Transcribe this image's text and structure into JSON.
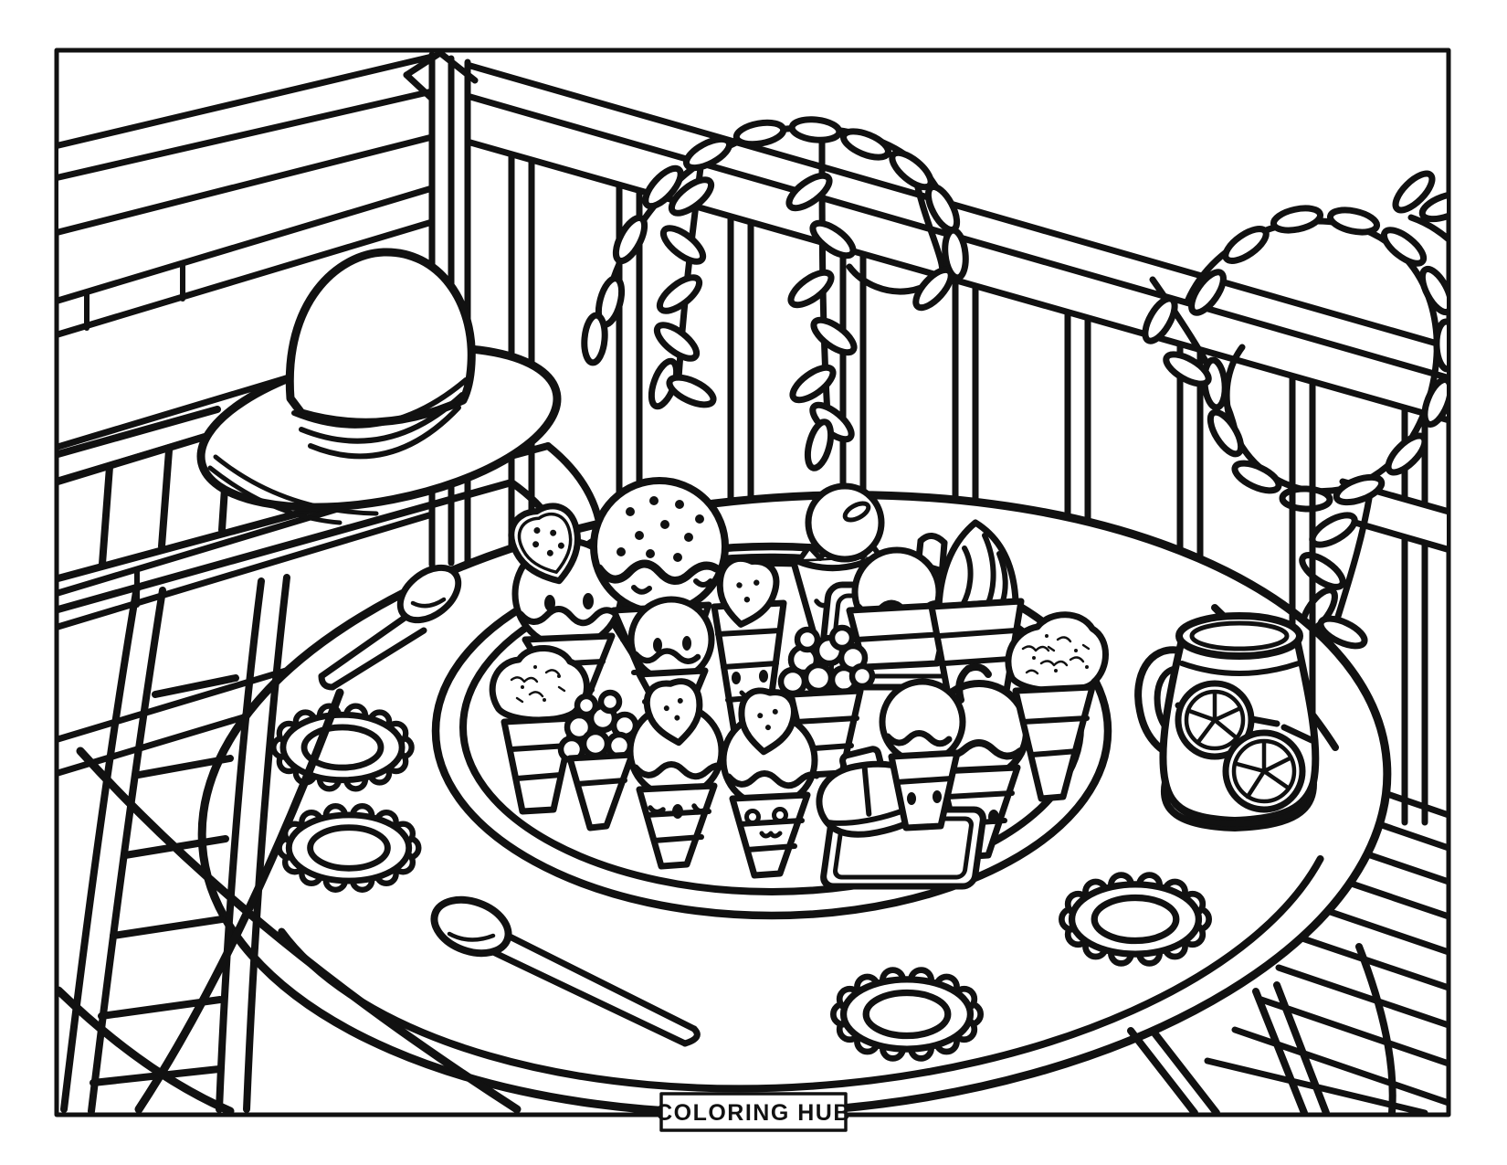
{
  "footer": {
    "label": "COLORING HUB"
  },
  "palette": {
    "ink": "#111111",
    "paper": "#ffffff"
  },
  "scene": {
    "type": "coloring-page",
    "objects": [
      "wooden-fence",
      "corner-post",
      "hanging-vines",
      "folding-chair",
      "sun-hat",
      "round-bistro-table",
      "dessert-platter",
      "ice-cream-cones",
      "cupcake",
      "sundae-bowl",
      "soft-serve-swirl",
      "berry-cones",
      "ice-cream-sandwich",
      "lemonade-pitcher",
      "lemon-slices",
      "spoons",
      "lace-doilies"
    ]
  }
}
